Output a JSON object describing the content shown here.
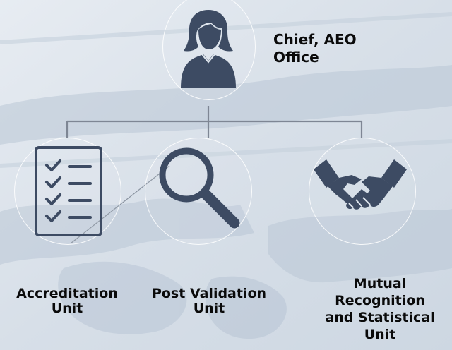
{
  "chief": {
    "title_line1": "Chief, AEO",
    "title_line2": "Office",
    "icon": "person-icon"
  },
  "units": [
    {
      "line1": "Accreditation",
      "line2": "Unit",
      "icon": "checklist-icon"
    },
    {
      "line1": "Post Validation",
      "line2": "Unit",
      "icon": "magnifier-icon"
    },
    {
      "line1": "Mutual",
      "line2": "Recognition",
      "line3": "and Statistical",
      "line4": "Unit",
      "icon": "handshake-icon"
    }
  ],
  "colors": {
    "icon": "#3d4b63",
    "connector": "#7e8694",
    "text": "#0a0a0a"
  }
}
